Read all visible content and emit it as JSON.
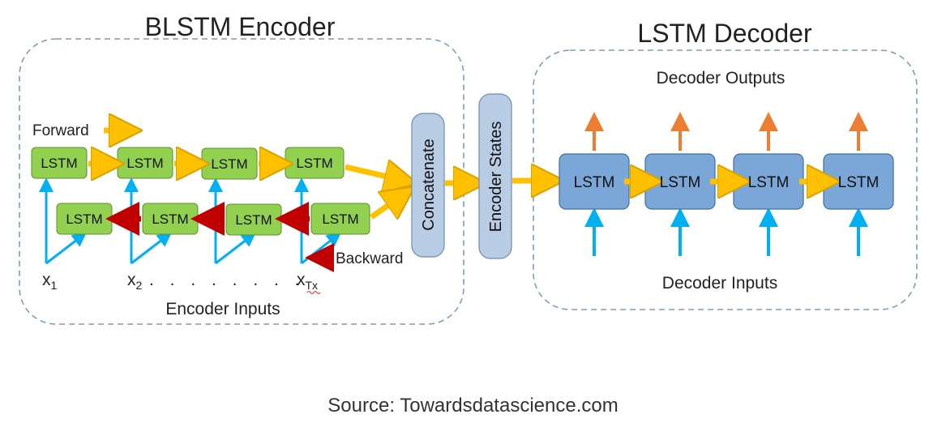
{
  "encoder": {
    "title": "BLSTM Encoder",
    "forward_label": "Forward",
    "backward_label": "Backward",
    "cell_label": "LSTM",
    "inputs_label": "Encoder Inputs",
    "x1_base": "x",
    "x1_sub": "1",
    "x2_base": "x",
    "x2_sub": "2",
    "xt_base": "x",
    "xt_sub": "Tx",
    "dots": ". . . . . . . ."
  },
  "concatenate_label": "Concatenate",
  "encoder_states_label": "Encoder States",
  "decoder": {
    "title": "LSTM Decoder",
    "outputs_label": "Decoder Outputs",
    "inputs_label": "Decoder Inputs",
    "cell_label": "LSTM"
  },
  "source": "Source: Towardsdatascience.com",
  "colors": {
    "encoder_cell": "#92d050",
    "decoder_cell": "#7aa7d8",
    "forward_arrow": "#ffc000",
    "backward_arrow": "#c00000",
    "input_arrow": "#00b0f0",
    "output_arrow": "#ed7d31",
    "panel_border": "#7f9db9"
  }
}
